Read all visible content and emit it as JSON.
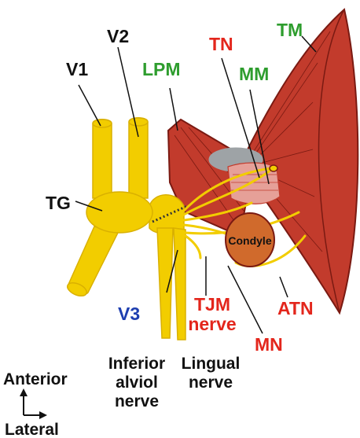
{
  "colors": {
    "nerve": "#f2cd00",
    "nerve_outline": "#d9b000",
    "muscle": "#c23b2c",
    "muscle_outline": "#7a1a12",
    "muscle_light": "#e6a098",
    "disc": "#9ea3a6",
    "condyle": "#d06a2c",
    "label_black": "#111111",
    "label_green": "#2e9d2e",
    "label_red": "#e3261c",
    "label_blue": "#1e3fb0"
  },
  "labels": {
    "v1": "V1",
    "v2": "V2",
    "tg": "TG",
    "v3": "V3",
    "lpm": "LPM",
    "tn": "TN",
    "mm": "MM",
    "tm": "TM",
    "condyle": "Condyle",
    "tjm_line1": "TJM",
    "tjm_line2": "nerve",
    "atn": "ATN",
    "mn": "MN",
    "inferior_line1": "Inferior",
    "inferior_line2": "alviol",
    "inferior_line3": "nerve",
    "lingual_line1": "Lingual",
    "lingual_line2": "nerve",
    "anterior": "Anterior",
    "lateral": "Lateral"
  }
}
